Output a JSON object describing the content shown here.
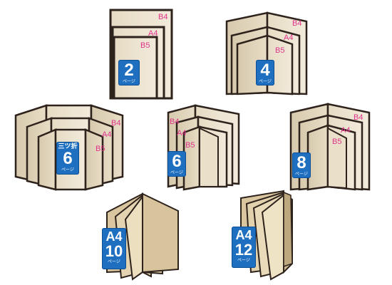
{
  "products": [
    {
      "id": "2p",
      "badge_number": "2",
      "badge_unit": "ページ",
      "sizes": [
        "B4",
        "A4",
        "B5"
      ]
    },
    {
      "id": "4p",
      "badge_number": "4",
      "badge_unit": "ページ",
      "sizes": [
        "B4",
        "A4",
        "B5"
      ]
    },
    {
      "id": "tri6",
      "badge_type": "三ツ折",
      "badge_number": "6",
      "badge_unit": "ページ",
      "sizes": [
        "B4",
        "A4",
        "B5"
      ]
    },
    {
      "id": "6p",
      "badge_number": "6",
      "badge_unit": "ページ",
      "sizes": [
        "B4",
        "A4",
        "B5"
      ]
    },
    {
      "id": "8p",
      "badge_number": "8",
      "badge_unit": "ページ",
      "sizes": [
        "B4",
        "A4",
        "B5"
      ]
    },
    {
      "id": "10p",
      "badge_size": "A4",
      "badge_number": "10",
      "badge_unit": "ページ"
    },
    {
      "id": "12p",
      "badge_size": "A4",
      "badge_number": "12",
      "badge_unit": "ページ"
    }
  ],
  "colors": {
    "label_pink": "#e0338a",
    "badge_blue": "#1f6fc1",
    "panel_fill": "#ede4cf",
    "border_dark": "#2e221c"
  }
}
